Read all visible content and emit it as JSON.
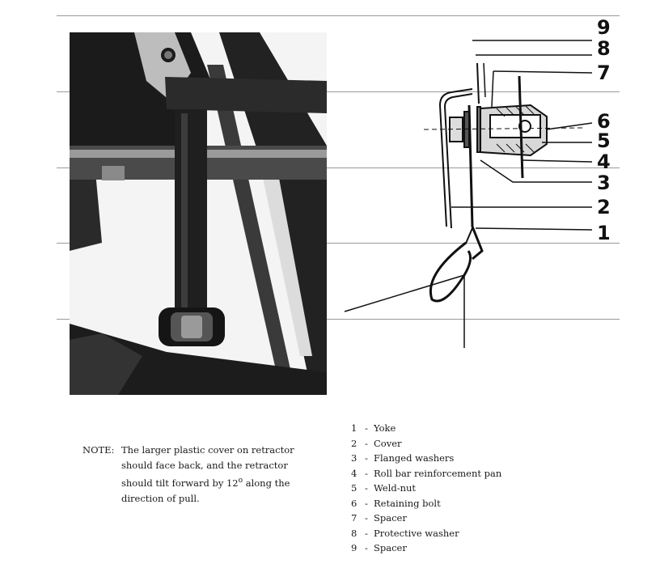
{
  "callouts": [
    "9",
    "8",
    "7",
    "6",
    "5",
    "4",
    "3",
    "2",
    "1"
  ],
  "note": {
    "head": "NOTE:",
    "line1": "The larger plastic cover on retractor",
    "line2": "should face back, and the retractor",
    "line3_pre": "should tilt forward by 12",
    "line3_sup": "o",
    "line3_post": " along the",
    "line4": "direction of pull."
  },
  "legend": [
    {
      "num": "1",
      "dash": "-",
      "text": "Yoke"
    },
    {
      "num": "2",
      "dash": "-",
      "text": "Cover"
    },
    {
      "num": "3",
      "dash": "-",
      "text": "Flanged washers"
    },
    {
      "num": "4",
      "dash": "-",
      "text": "Roll bar reinforcement pan"
    },
    {
      "num": "5",
      "dash": "-",
      "text": "Weld-nut"
    },
    {
      "num": "6",
      "dash": "-",
      "text": "Retaining bolt"
    },
    {
      "num": "7",
      "dash": "-",
      "text": "Spacer"
    },
    {
      "num": "8",
      "dash": "-",
      "text": "Protective washer"
    },
    {
      "num": "9",
      "dash": "-",
      "text": "Spacer"
    }
  ]
}
